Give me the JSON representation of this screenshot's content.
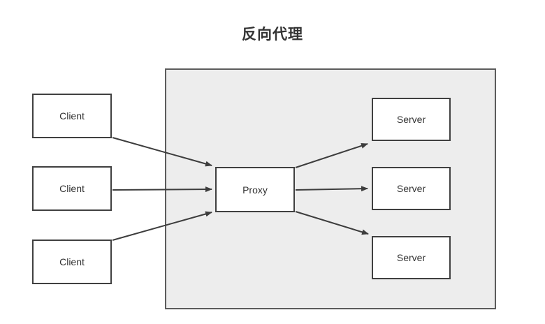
{
  "title": "反向代理",
  "colors": {
    "background": "#ffffff",
    "panel_fill": "#ededed",
    "panel_border": "#5c5c5c",
    "box_fill": "#ffffff",
    "box_border": "#404040",
    "line_color": "#3d3d3d",
    "text_color": "#333333"
  },
  "nodes": {
    "clients": [
      {
        "id": "client-1",
        "label": "Client"
      },
      {
        "id": "client-2",
        "label": "Client"
      },
      {
        "id": "client-3",
        "label": "Client"
      }
    ],
    "proxy": {
      "id": "proxy",
      "label": "Proxy"
    },
    "servers": [
      {
        "id": "server-1",
        "label": "Server"
      },
      {
        "id": "server-2",
        "label": "Server"
      },
      {
        "id": "server-3",
        "label": "Server"
      }
    ]
  },
  "edges": [
    {
      "from": "client-1",
      "to": "proxy"
    },
    {
      "from": "client-2",
      "to": "proxy"
    },
    {
      "from": "client-3",
      "to": "proxy"
    },
    {
      "from": "proxy",
      "to": "server-1"
    },
    {
      "from": "proxy",
      "to": "server-2"
    },
    {
      "from": "proxy",
      "to": "server-3"
    }
  ]
}
